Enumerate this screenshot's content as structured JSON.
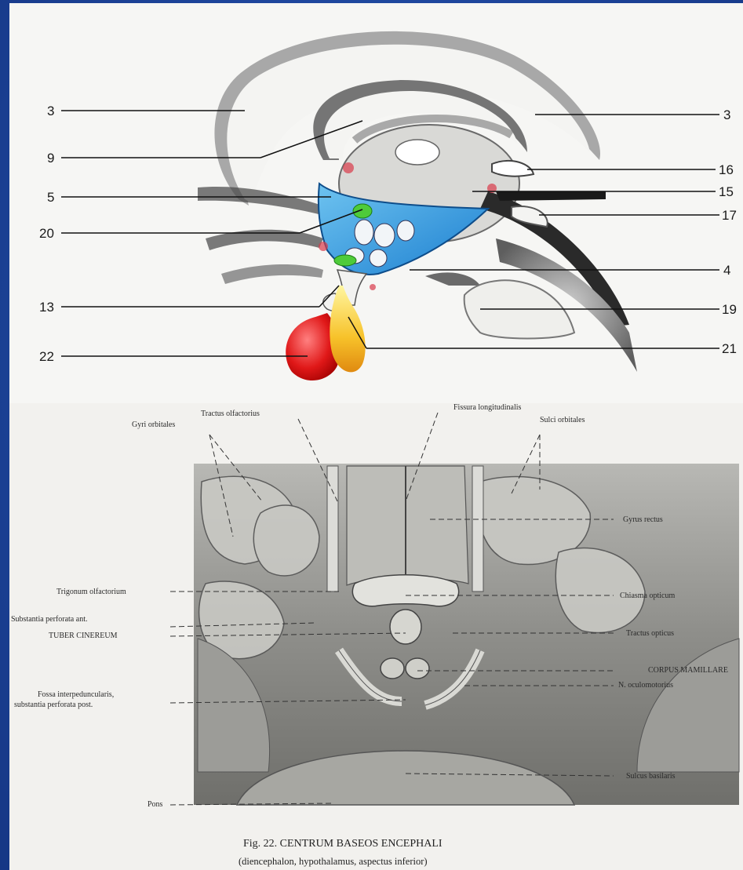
{
  "top_panel": {
    "labels_left": [
      "3",
      "9",
      "5",
      "20",
      "13",
      "22"
    ],
    "labels_right": [
      "3",
      "16",
      "15",
      "17",
      "4",
      "19",
      "21"
    ]
  },
  "bottom_panel": {
    "top_labels": {
      "tractus_olfactorius": "Tractus olfactorius",
      "fissura_longitudinalis": "Fissura longitudinalis",
      "gyri_orbitales": "Gyri orbitales",
      "sulci_orbitales": "Sulci orbitales"
    },
    "left_labels": {
      "trigonum_olfactorium": "Trigonum olfactorium",
      "substantia_perforata_ant": "Substantia perforata ant.",
      "tuber_cinereum": "TUBER CINEREUM",
      "fossa_line1": "Fossa interpeduncularis,",
      "fossa_line2": "substantia perforata post.",
      "pons": "Pons"
    },
    "right_labels": {
      "gyrus_rectus": "Gyrus rectus",
      "chiasma_opticum": "Chiasma opticum",
      "tractus_opticus": "Tractus opticus",
      "corpus_mamillare": "CORPUS MAMILLARE",
      "n_oculomotorius": "N. oculomotorius",
      "sulcus_basilaris": "Sulcus basilaris"
    },
    "caption_line1": "Fig. 22. CENTRUM BASEOS ENCEPHALI",
    "caption_line2": "(diencephalon, hypothalamus, aspectus inferior)"
  }
}
